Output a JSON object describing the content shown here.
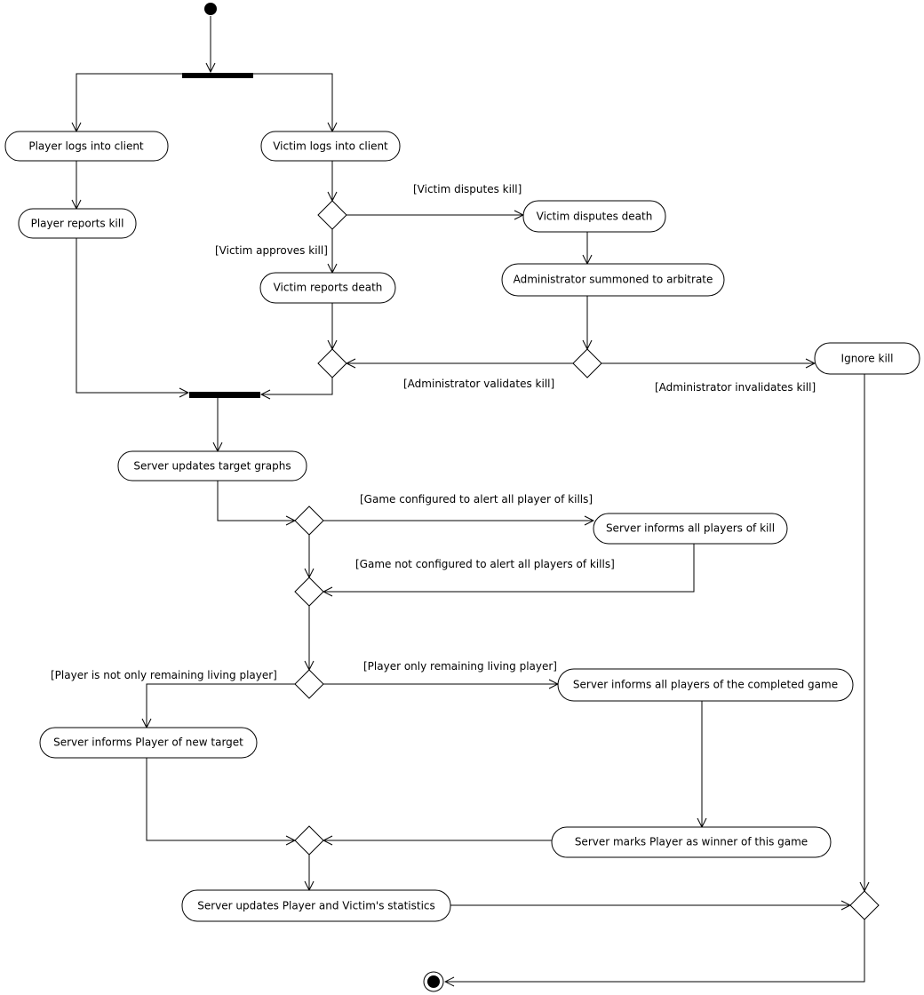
{
  "activities": {
    "player_logs_in": "Player logs into client",
    "victim_logs_in": "Victim logs into client",
    "player_reports_kill": "Player reports kill",
    "victim_disputes_death": "Victim disputes death",
    "victim_reports_death": "Victim reports death",
    "admin_summoned": "Administrator summoned to arbitrate",
    "ignore_kill": "Ignore kill",
    "server_updates_graphs": "Server updates target graphs",
    "server_informs_all_kill": "Server informs all players of kill",
    "server_informs_all_completed": "Server informs all players of the completed game",
    "server_informs_new_target": "Server informs Player of new target",
    "server_marks_winner": "Server marks Player as winner of this game",
    "server_updates_stats": "Server updates Player and Victim's statistics"
  },
  "guards": {
    "victim_disputes_kill": "[Victim disputes kill]",
    "victim_approves_kill": "[Victim approves kill]",
    "admin_validates": "[Administrator validates kill]",
    "admin_invalidates": "[Administrator invalidates kill]",
    "game_configured_alert": "[Game configured to alert all player of kills]",
    "game_not_configured_alert": "[Game not configured to alert all players of kills]",
    "player_not_only_remaining": "[Player is not only remaining living player]",
    "player_only_remaining": "[Player only remaining living player]"
  },
  "colors": {
    "stroke": "#000000",
    "fill": "#ffffff"
  }
}
